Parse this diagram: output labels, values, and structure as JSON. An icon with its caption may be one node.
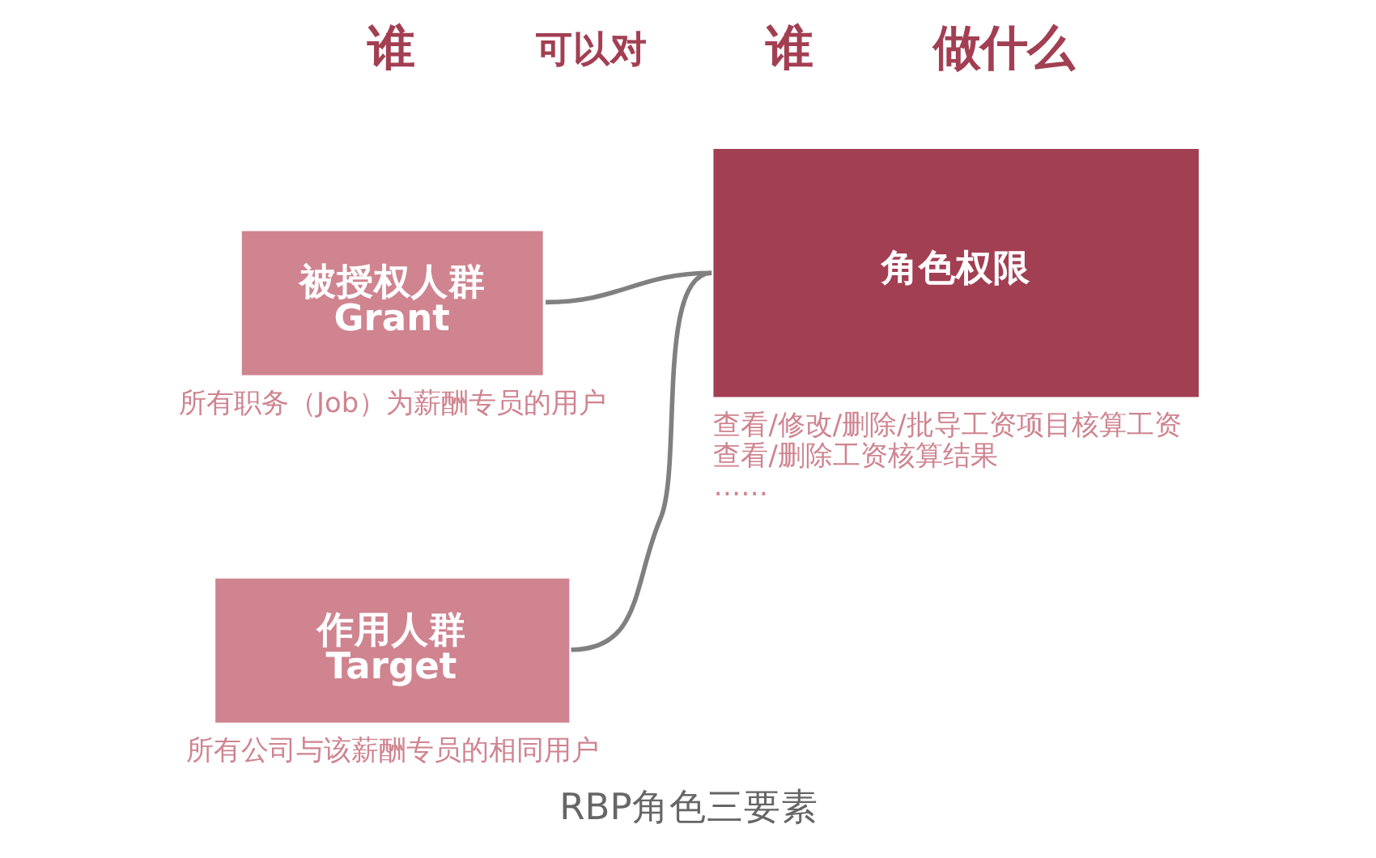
{
  "diagram": {
    "caption": "RBP角色三要素",
    "nodes": [
      {
        "text": [
          "被授权人群",
          "Grant"
        ],
        "beside": [
          "所有职务（Job）为薪酬专员的用户"
        ]
      },
      {
        "text": [
          "作用人群",
          "Target"
        ],
        "beside": [
          "所有公司与该薪酬专员的相同用户"
        ]
      },
      {
        "text": [
          "角色权限"
        ],
        "beside": [
          "查看/修改/删除/批导工资项目核算工资",
          "查看/删除工资核算结果",
          "……"
        ]
      }
    ],
    "edges": [
      {
        "from": 0,
        "to": 2,
        "arrow": "none"
      },
      {
        "from": 1,
        "to": 2,
        "arrow": "none"
      }
    ],
    "labels": [
      "谁",
      "可以对",
      "谁",
      "做什么"
    ]
  }
}
